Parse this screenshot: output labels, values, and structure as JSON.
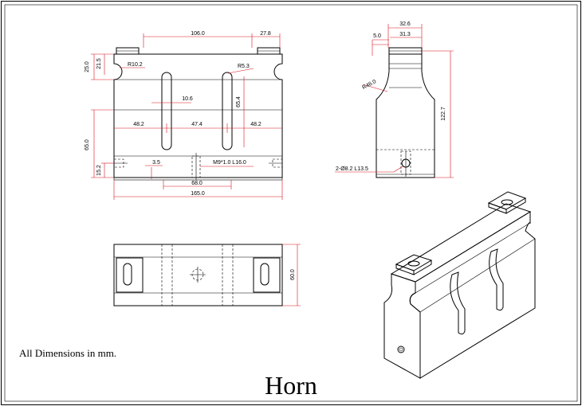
{
  "drawing": {
    "title": "Horn",
    "note": "All Dimensions in mm."
  },
  "front_view": {
    "dims": {
      "d106": "106.0",
      "d27_8": "27.8",
      "d25": "25.0",
      "d21_5": "21.5",
      "r10_2": "R10.2",
      "r5_3": "R5.3",
      "d10_6": "10.6",
      "d65_4": "65.4",
      "d48_2_left": "48.2",
      "d47_4": "47.4",
      "d48_2_right": "48.2",
      "d65": "65.0",
      "d15_2": "15.2",
      "d3_5": "3.5",
      "thread": "M9*1.0 L16.0",
      "d68": "68.0",
      "d165": "165.0"
    }
  },
  "side_view": {
    "dims": {
      "d32_6": "32.6",
      "d5": "5.0",
      "d31_3": "31.3",
      "r46": "R46.0",
      "d122_7": "122.7",
      "holes": "2-Ø8.2 L13.5"
    }
  },
  "top_view": {
    "dims": {
      "d60": "60.0"
    }
  }
}
